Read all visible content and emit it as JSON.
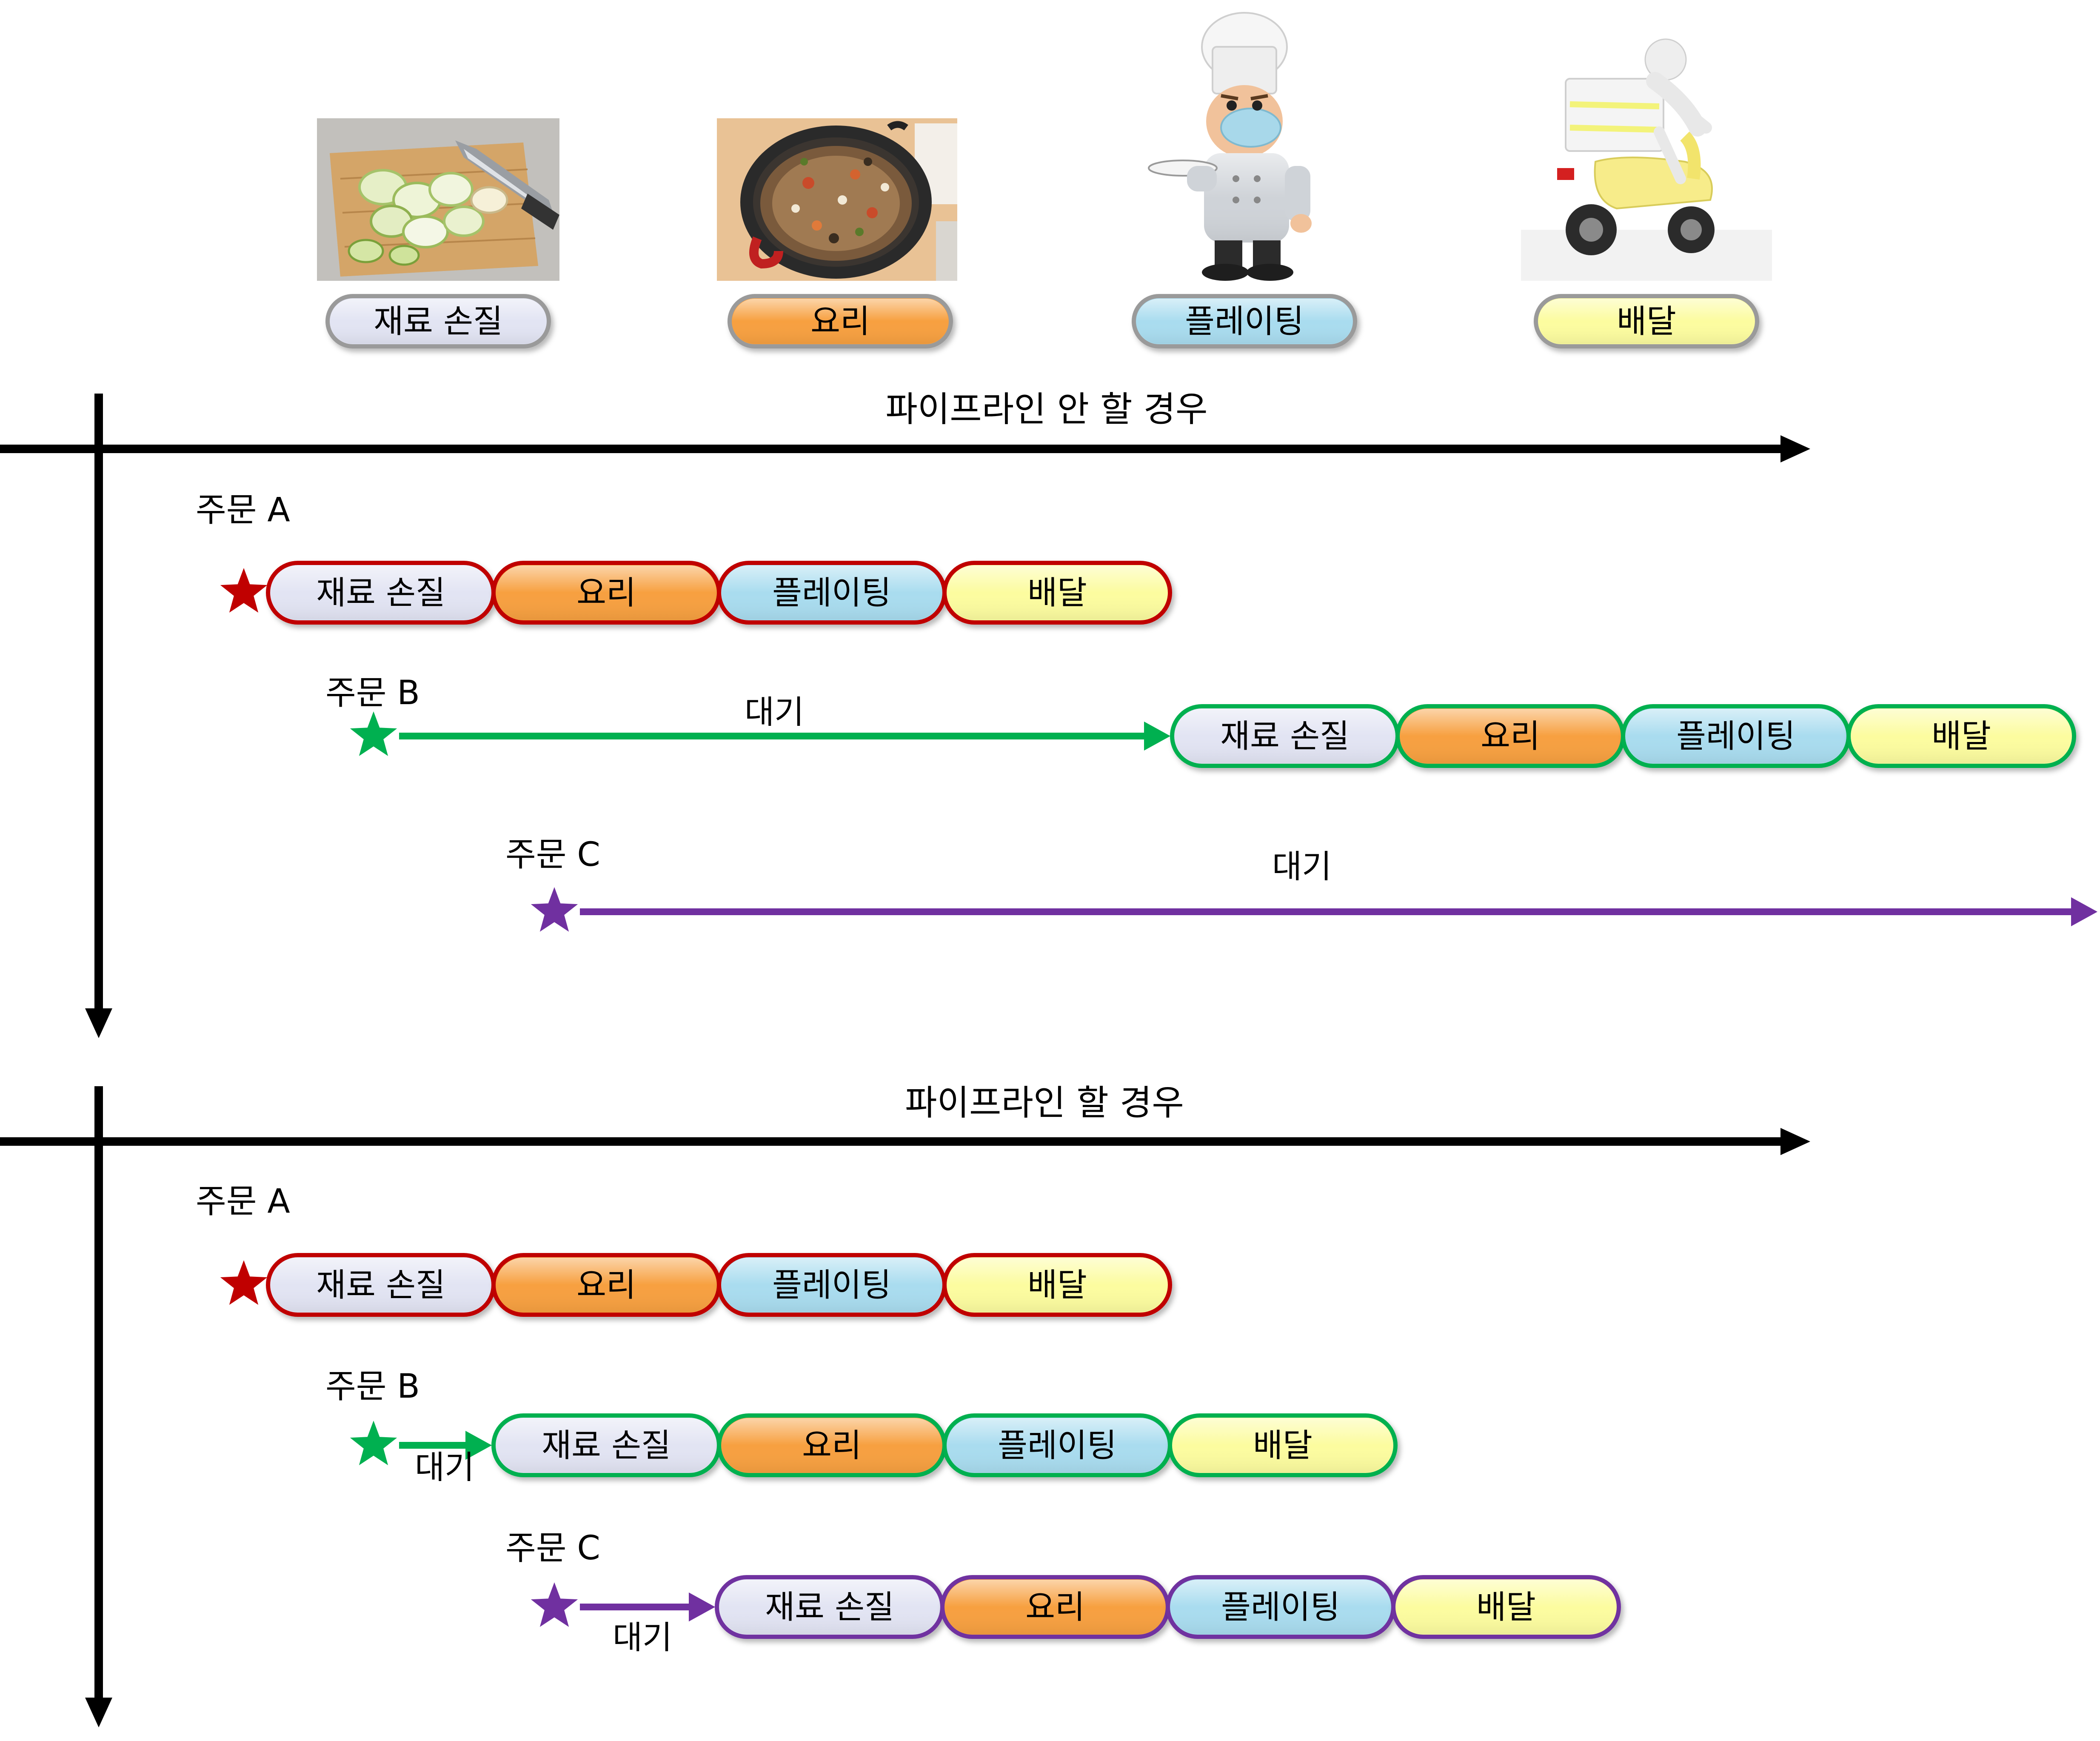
{
  "colors": {
    "prep": "#e2e4f3",
    "cook": "#f7a041",
    "plate": "#a9dcef",
    "deliver": "#fcfc9f",
    "orderA": "#c00000",
    "orderB": "#00b050",
    "orderC": "#7030a0",
    "legend_border": "#9a9a9a",
    "axis": "#000000"
  },
  "legend": {
    "items": [
      {
        "key": "prep",
        "label": "재료 손질",
        "icon": "chopping-board-photo"
      },
      {
        "key": "cook",
        "label": "요리",
        "icon": "frying-pan-photo"
      },
      {
        "key": "plate",
        "label": "플레이팅",
        "icon": "chef-with-plate"
      },
      {
        "key": "deliver",
        "label": "배달",
        "icon": "scooter-delivery"
      }
    ]
  },
  "sections": [
    {
      "title": "파이프라인 안 할 경우",
      "orders": [
        {
          "label": "주문 A",
          "color_key": "orderA",
          "wait_label": "",
          "steps": [
            "재료 손질",
            "요리",
            "플레이팅",
            "배달"
          ]
        },
        {
          "label": "주문 B",
          "color_key": "orderB",
          "wait_label": "대기",
          "steps": [
            "재료 손질",
            "요리",
            "플레이팅",
            "배달"
          ]
        },
        {
          "label": "주문 C",
          "color_key": "orderC",
          "wait_label": "대기",
          "steps": []
        }
      ]
    },
    {
      "title": "파이프라인 할 경우",
      "orders": [
        {
          "label": "주문 A",
          "color_key": "orderA",
          "wait_label": "",
          "steps": [
            "재료 손질",
            "요리",
            "플레이팅",
            "배달"
          ]
        },
        {
          "label": "주문 B",
          "color_key": "orderB",
          "wait_label": "대기",
          "steps": [
            "재료 손질",
            "요리",
            "플레이팅",
            "배달"
          ]
        },
        {
          "label": "주문 C",
          "color_key": "orderC",
          "wait_label": "대기",
          "steps": [
            "재료 손질",
            "요리",
            "플레이팅",
            "배달"
          ]
        }
      ]
    }
  ]
}
